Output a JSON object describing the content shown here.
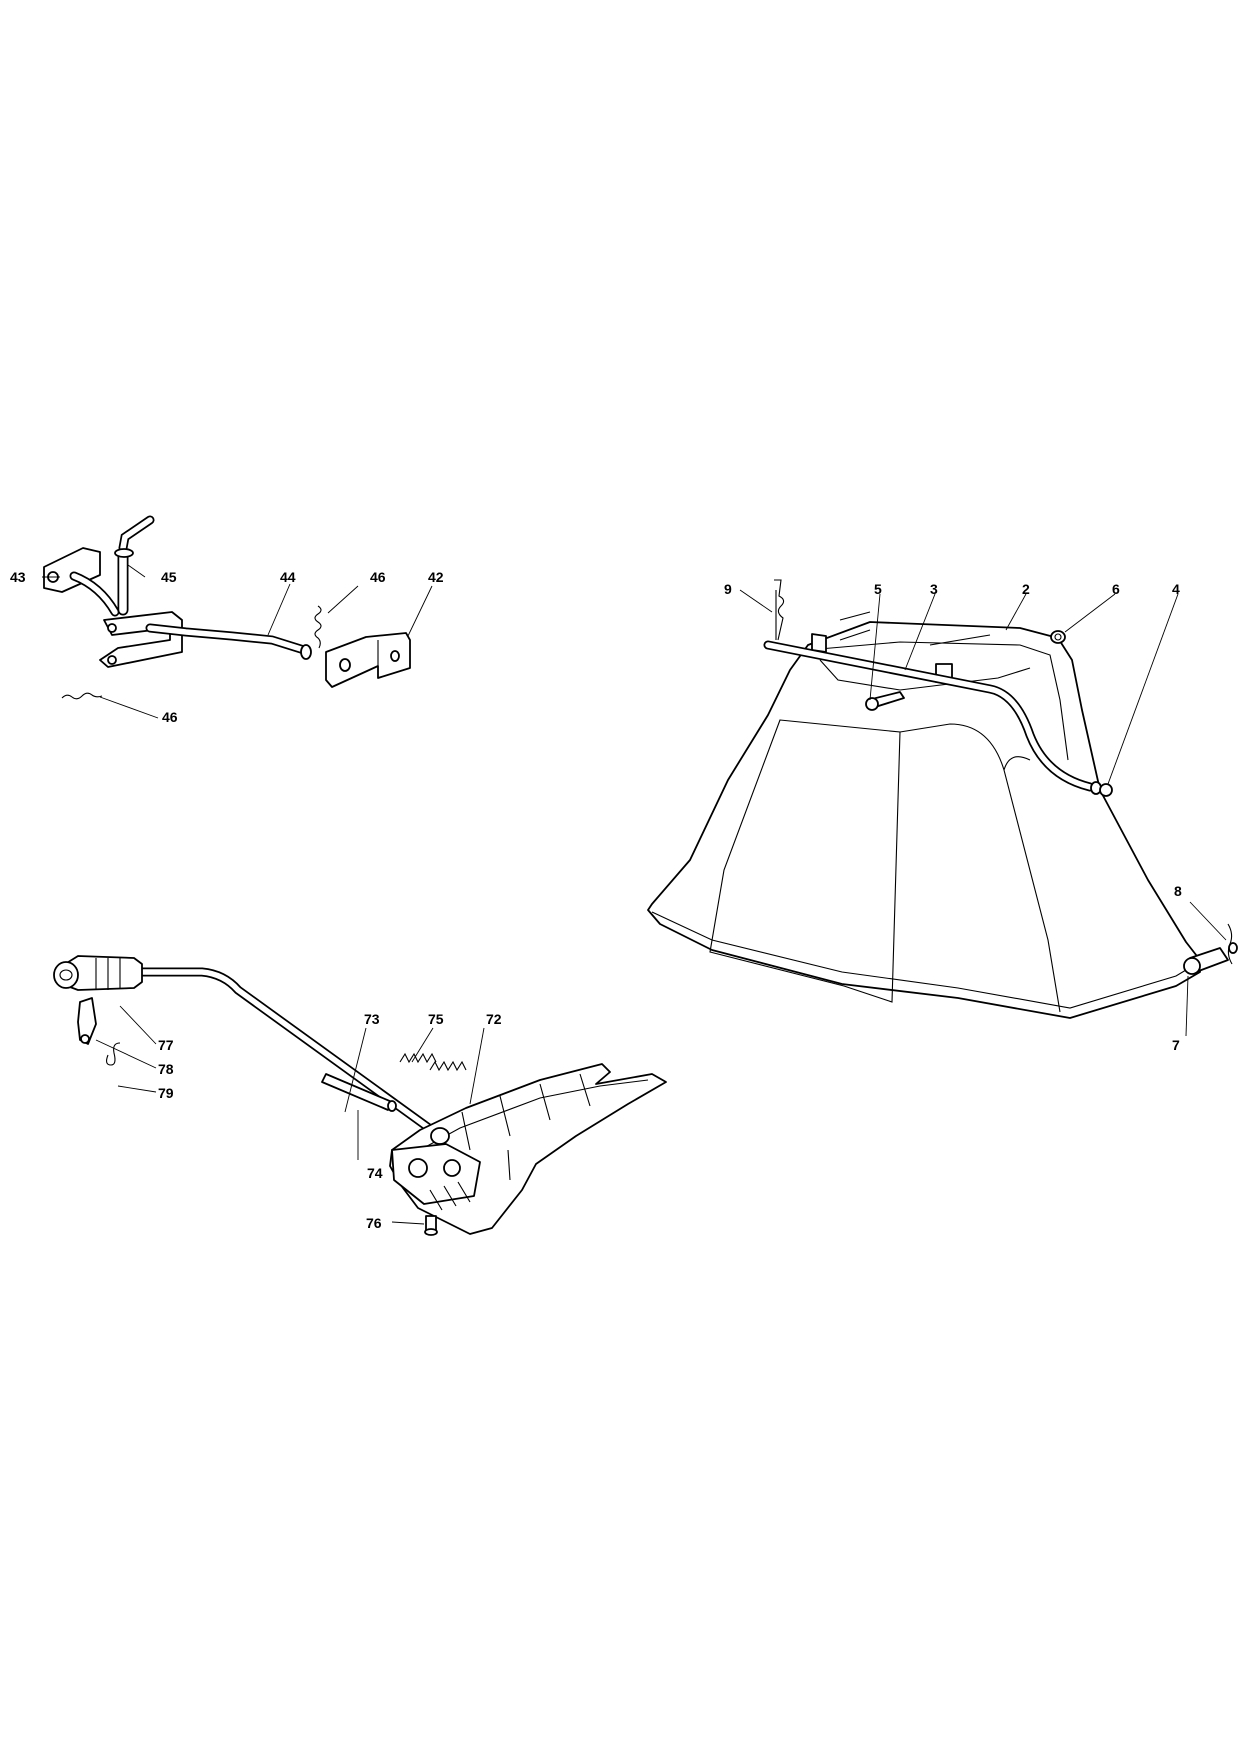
{
  "callouts": [
    {
      "id": "43",
      "label": "43"
    },
    {
      "id": "45",
      "label": "45"
    },
    {
      "id": "44",
      "label": "44"
    },
    {
      "id": "46a",
      "label": "46"
    },
    {
      "id": "42",
      "label": "42"
    },
    {
      "id": "46b",
      "label": "46"
    },
    {
      "id": "9",
      "label": "9"
    },
    {
      "id": "5",
      "label": "5"
    },
    {
      "id": "3",
      "label": "3"
    },
    {
      "id": "2",
      "label": "2"
    },
    {
      "id": "6",
      "label": "6"
    },
    {
      "id": "4",
      "label": "4"
    },
    {
      "id": "8",
      "label": "8"
    },
    {
      "id": "7",
      "label": "7"
    },
    {
      "id": "77",
      "label": "77"
    },
    {
      "id": "78",
      "label": "78"
    },
    {
      "id": "79",
      "label": "79"
    },
    {
      "id": "73",
      "label": "73"
    },
    {
      "id": "75",
      "label": "75"
    },
    {
      "id": "72",
      "label": "72"
    },
    {
      "id": "74",
      "label": "74"
    },
    {
      "id": "76",
      "label": "76"
    }
  ]
}
